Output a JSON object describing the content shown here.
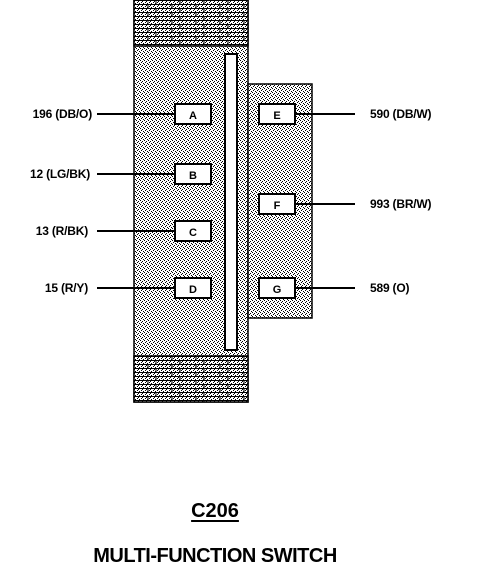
{
  "connector": {
    "id": "C206",
    "name": "MULTI-FUNCTION SWITCH"
  },
  "pins_left": [
    {
      "pin": "A",
      "circuit": "196 (DB/O)"
    },
    {
      "pin": "B",
      "circuit": "12 (LG/BK)"
    },
    {
      "pin": "C",
      "circuit": "13 (R/BK)"
    },
    {
      "pin": "D",
      "circuit": "15 (R/Y)"
    }
  ],
  "pins_right": [
    {
      "pin": "E",
      "circuit": "590 (DB/W)"
    },
    {
      "pin": "F",
      "circuit": "993 (BR/W)"
    },
    {
      "pin": "G",
      "circuit": "589 (O)"
    }
  ]
}
